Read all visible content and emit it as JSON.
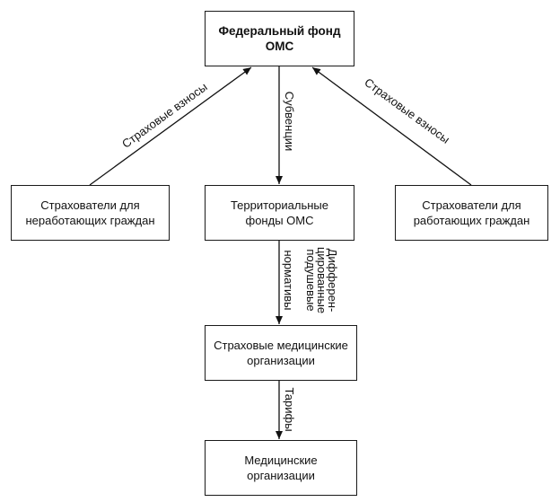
{
  "nodes": {
    "federal_fund": "Федеральный фонд\nОМС",
    "insurers_nonworking": "Страхователи для\nнеработающих граждан",
    "territorial_funds": "Территориальные\nфонды ОМС",
    "insurers_working": "Страхователи для\nработающих граждан",
    "insurance_med_orgs": "Страховые медицинские\nорганизации",
    "medical_orgs": "Медицинские\nорганизации"
  },
  "edges": {
    "left_contributions": "Страховые взносы",
    "right_contributions": "Страховые взносы",
    "subventions": "Субвенции",
    "normatives_line1": "Дифферен-",
    "normatives_line2": "цированные",
    "normatives_line3": "подушевые",
    "normatives_line4": "нормативы",
    "tariffs": "Тарифы"
  }
}
